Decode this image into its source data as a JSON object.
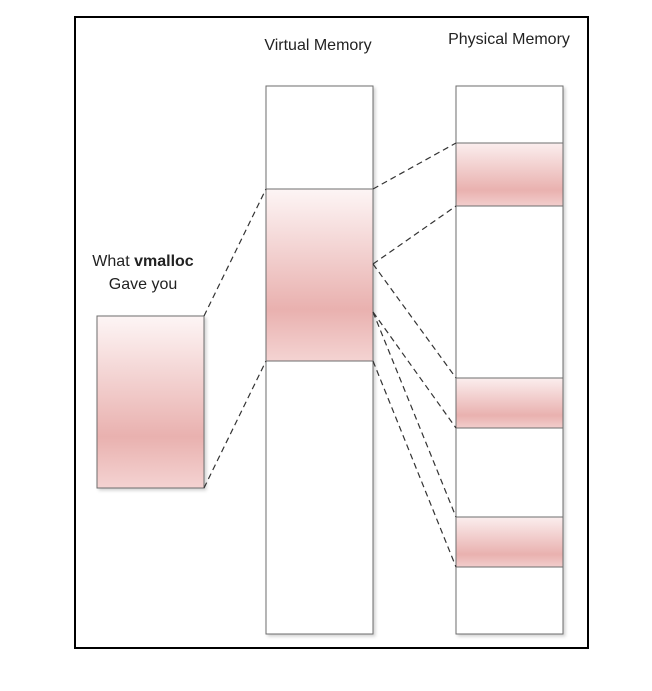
{
  "labels": {
    "virtual_memory": "Virtual Memory",
    "physical_memory": "Physical Memory",
    "what": "What ",
    "vmalloc": "vmalloc",
    "gave_you": "Gave you"
  },
  "colors": {
    "frame": "#000000",
    "column_border": "#6e6e6e",
    "block_gradient_edge": "#fdf3f3",
    "block_gradient_mid": "#e8aeac",
    "mapping_line": "#333333"
  }
}
